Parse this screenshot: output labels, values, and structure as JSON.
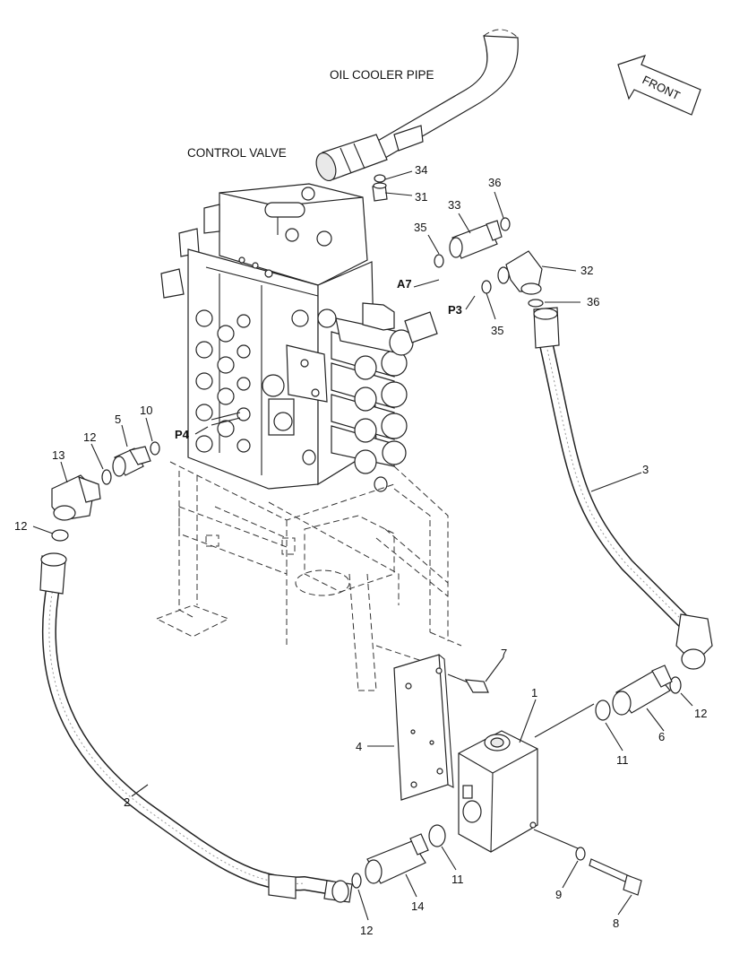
{
  "labels": {
    "oil_cooler_pipe": "OIL COOLER PIPE",
    "control_valve": "CONTROL VALVE",
    "front": "FRONT",
    "port_a7": "A7",
    "port_p3": "P3",
    "port_p4": "P4"
  },
  "callouts": {
    "p1": "1",
    "p2": "2",
    "p3": "3",
    "p4": "4",
    "p5": "5",
    "p6": "6",
    "p7": "7",
    "p8": "8",
    "p9": "9",
    "p10": "10",
    "p11a": "11",
    "p11b": "11",
    "p12a": "12",
    "p12b": "12",
    "p12c": "12",
    "p12d": "12",
    "p13": "13",
    "p14": "14",
    "p31": "31",
    "p32": "32",
    "p33": "33",
    "p34": "34",
    "p35a": "35",
    "p35b": "35",
    "p36a": "36",
    "p36b": "36"
  }
}
